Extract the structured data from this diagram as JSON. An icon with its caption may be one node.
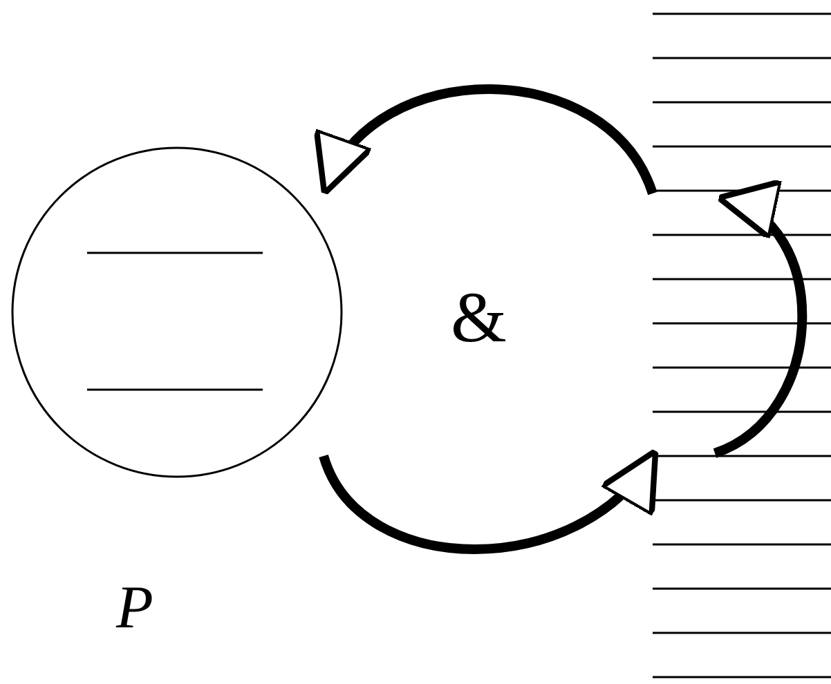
{
  "diagram": {
    "nodes": [
      {
        "text": [],
        "shape": "circle"
      },
      {
        "text": [],
        "shape": "lines"
      }
    ],
    "edges": [
      {
        "from": 1,
        "to": 0,
        "arrow": "to"
      },
      {
        "from": 0,
        "to": 1,
        "arrow": "to"
      }
    ],
    "labels": [
      "&",
      "P"
    ]
  }
}
